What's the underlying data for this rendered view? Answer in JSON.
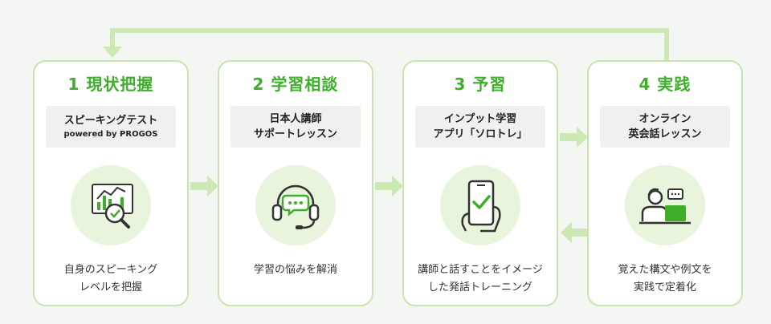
{
  "steps": [
    {
      "title": "1 現状把握",
      "label_lines": [
        "スピーキングテスト"
      ],
      "label_sub": "powered by PROGOS",
      "icon": "chart-magnifier-icon",
      "desc_lines": [
        "自身のスピーキング",
        "レベルを把握"
      ]
    },
    {
      "title": "2 学習相談",
      "label_lines": [
        "日本人講師",
        "サポートレッスン"
      ],
      "label_sub": "",
      "icon": "headset-icon",
      "desc_lines": [
        "学習の悩みを解消"
      ]
    },
    {
      "title": "3 予習",
      "label_lines": [
        "インプット学習",
        "アプリ「ソロトレ」"
      ],
      "label_sub": "",
      "icon": "smartphone-check-icon",
      "desc_lines": [
        "講師と話すことをイメージ",
        "した発話トレーニング"
      ]
    },
    {
      "title": "4 実践",
      "label_lines": [
        "オンライン",
        "英会話レッスン"
      ],
      "label_sub": "",
      "icon": "person-laptop-icon",
      "desc_lines": [
        "覚えた構文や例文を",
        "実践で定着化"
      ]
    }
  ],
  "colors": {
    "accent": "#3fae2a",
    "card_border": "#c6e6ad",
    "arrow": "#cce9b4",
    "icon_bg": "#e8f5dc",
    "label_bg": "#f0f1ef"
  }
}
